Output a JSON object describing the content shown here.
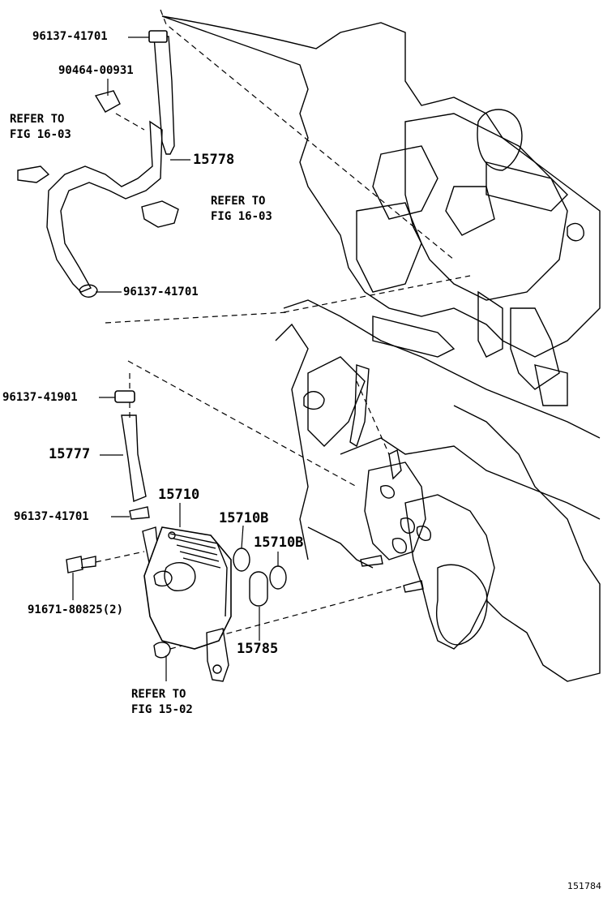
{
  "labels": {
    "p_96137_41701_top": "96137-41701",
    "p_90464_00931": "90464-00931",
    "refer_a_line1": "REFER TO",
    "refer_a_line2": "FIG 16-03",
    "p_15778": "15778",
    "refer_b_line1": "REFER TO",
    "refer_b_line2": "FIG 16-03",
    "p_96137_41701_mid": "96137-41701",
    "p_96137_41901": "96137-41901",
    "p_15777": "15777",
    "p_96137_41701_low": "96137-41701",
    "p_15710": "15710",
    "p_15710B_a": "15710B",
    "p_15710B_b": "15710B",
    "p_91671_80825": "91671-80825(2)",
    "p_15785": "15785",
    "refer_c_line1": "REFER TO",
    "refer_c_line2": "FIG 15-02",
    "figure_id": "151784"
  }
}
